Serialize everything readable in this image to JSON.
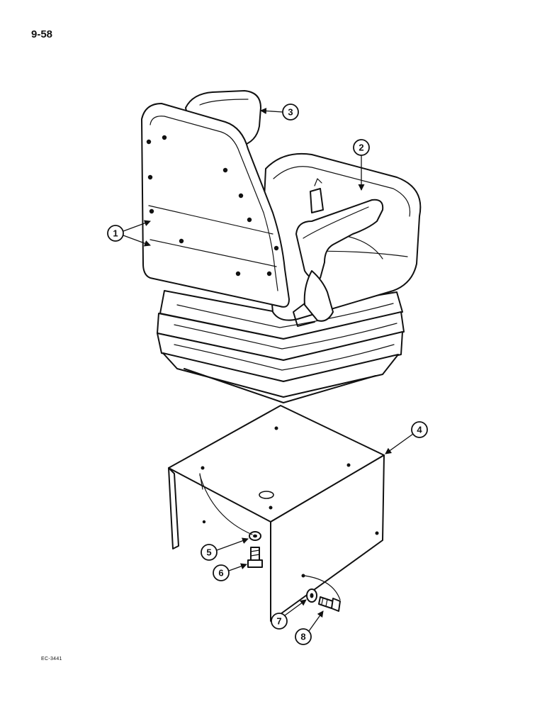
{
  "page": {
    "number": "9-58",
    "code": "EC-3441"
  },
  "callouts": [
    "1",
    "2",
    "3",
    "4",
    "5",
    "6",
    "7",
    "8"
  ]
}
